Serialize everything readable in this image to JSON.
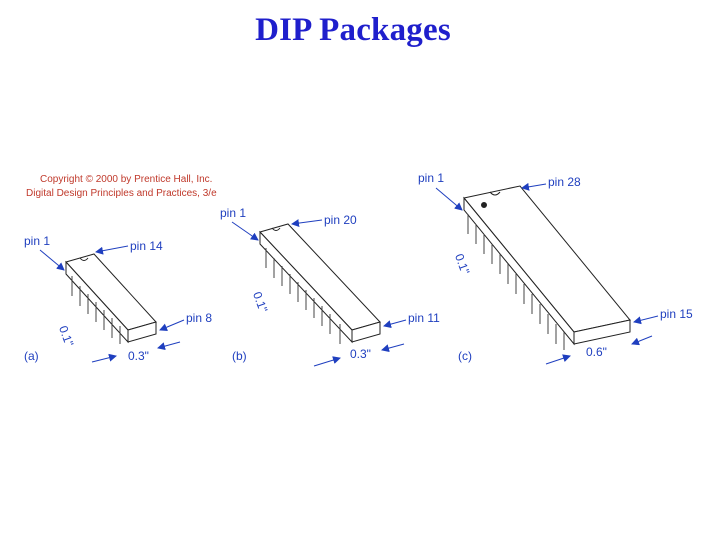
{
  "title": "DIP Packages",
  "copyright": {
    "line1": "Copyright © 2000 by Prentice Hall, Inc.",
    "line2": "Digital Design Principles and Practices, 3/e"
  },
  "packages": [
    {
      "tag": "(a)",
      "pin_first": "pin 1",
      "pin_last": "pin 14",
      "pin_mid": "pin 8",
      "pitch": "0.1\"",
      "width": "0.3\""
    },
    {
      "tag": "(b)",
      "pin_first": "pin 1",
      "pin_last": "pin 20",
      "pin_mid": "pin 11",
      "pitch": "0.1\"",
      "width": "0.3\""
    },
    {
      "tag": "(c)",
      "pin_first": "pin 1",
      "pin_last": "pin 28",
      "pin_mid": "pin 15",
      "pitch": "0.1\"",
      "width": "0.6\""
    }
  ],
  "colors": {
    "title": "#1f1fcc",
    "label": "#1f3fbf",
    "copyright": "#c0392b",
    "outline": "#222222"
  }
}
